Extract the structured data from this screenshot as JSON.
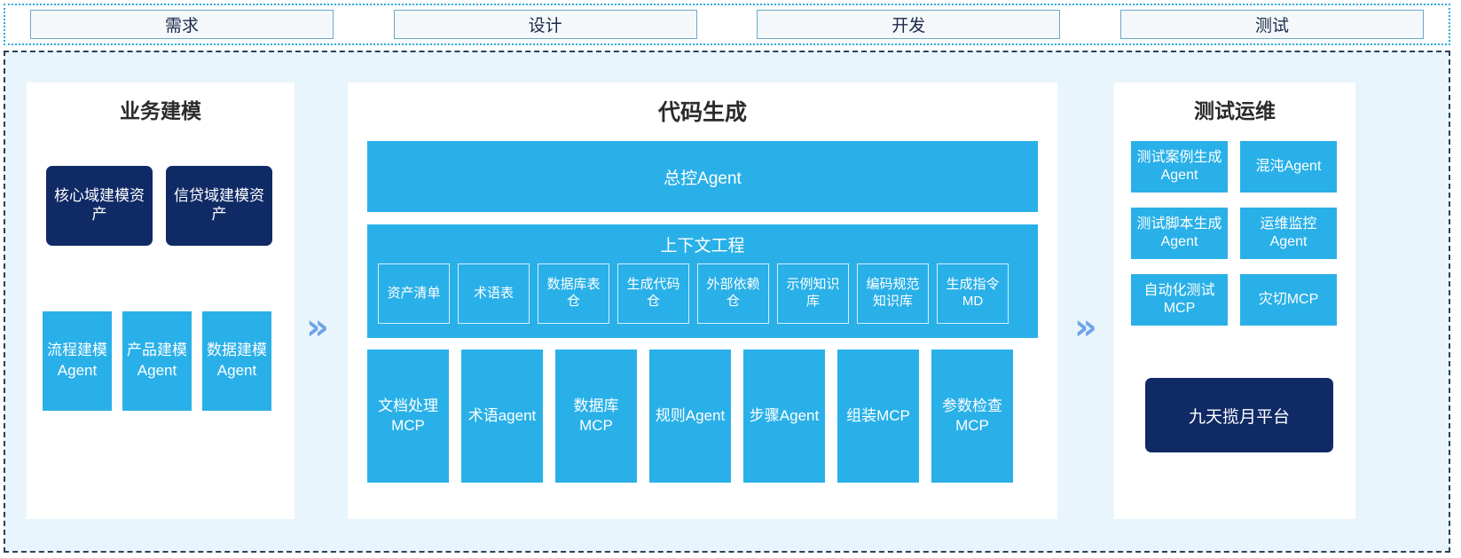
{
  "phases": [
    {
      "label": "需求"
    },
    {
      "label": "设计"
    },
    {
      "label": "开发"
    },
    {
      "label": "测试"
    }
  ],
  "arrows": {
    "glyph": "»",
    "color": "#6fa3e8"
  },
  "colors": {
    "accent_blue": "#29b0e8",
    "navy": "#102a66",
    "stage_bg": "#e9f5fd",
    "phase_border": "#6aa9c9",
    "outer_dotted": "#2aa9e0",
    "stage_dashed": "#2f3f55"
  },
  "panels": {
    "modeling": {
      "title": "业务建模",
      "assets": [
        {
          "label": "核心域建模资产"
        },
        {
          "label": "信贷域建模资产"
        }
      ],
      "agents": [
        {
          "label": "流程建模Agent"
        },
        {
          "label": "产品建模Agent"
        },
        {
          "label": "数据建模Agent"
        }
      ]
    },
    "codegen": {
      "title": "代码生成",
      "master_agent": "总控Agent",
      "context_engineering": {
        "title": "上下文工程",
        "items": [
          {
            "label": "资产清单"
          },
          {
            "label": "术语表"
          },
          {
            "label": "数据库表仓"
          },
          {
            "label": "生成代码仓"
          },
          {
            "label": "外部依赖仓"
          },
          {
            "label": "示例知识库"
          },
          {
            "label": "编码规范知识库"
          },
          {
            "label": "生成指令MD"
          }
        ]
      },
      "tools": [
        {
          "label": "文档处理MCP"
        },
        {
          "label": "术语agent"
        },
        {
          "label": "数据库MCP"
        },
        {
          "label": "规则Agent"
        },
        {
          "label": "步骤Agent"
        },
        {
          "label": "组装MCP"
        },
        {
          "label": "参数检查MCP"
        }
      ]
    },
    "testops": {
      "title": "测试运维",
      "cards": [
        {
          "label": "测试案例生成Agent"
        },
        {
          "label": "混沌Agent"
        },
        {
          "label": "测试脚本生成Agent"
        },
        {
          "label": "运维监控Agent"
        },
        {
          "label": "自动化测试MCP"
        },
        {
          "label": "灾切MCP"
        }
      ],
      "platform": "九天揽月平台"
    }
  }
}
